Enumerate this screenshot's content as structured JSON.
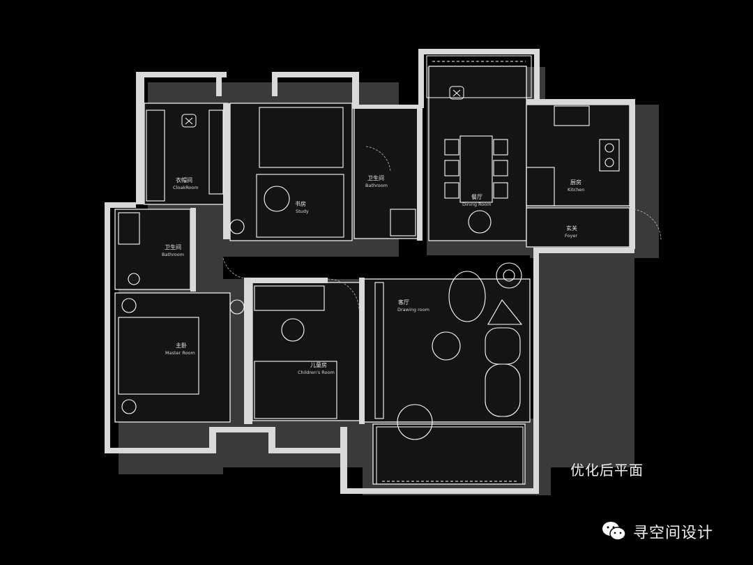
{
  "caption": "优化后平面",
  "watermark": {
    "text": "寻空间设计",
    "icon": "wechat-icon"
  },
  "colors": {
    "background": "#000000",
    "line": "#ffffff",
    "wall_fill": "#d9d9d9",
    "shadow": "#3a3a3a",
    "room_fill": "#141414"
  },
  "rooms": {
    "cloakroom": {
      "cn": "衣帽间",
      "en": "CloakRoom"
    },
    "study": {
      "cn": "书房",
      "en": "Study"
    },
    "bathroom_top": {
      "cn": "卫生间",
      "en": "Bathroom"
    },
    "dining": {
      "cn": "餐厅",
      "en": "Dining Room"
    },
    "kitchen": {
      "cn": "厨房",
      "en": "Kitchen"
    },
    "foyer": {
      "cn": "玄关",
      "en": "Foyer"
    },
    "bathroom_left": {
      "cn": "卫生间",
      "en": "Bathroom"
    },
    "master": {
      "cn": "主卧",
      "en": "Master Room"
    },
    "children": {
      "cn": "儿童房",
      "en": "Children's Room"
    },
    "drawing": {
      "cn": "客厅",
      "en": "Drawing room"
    }
  }
}
